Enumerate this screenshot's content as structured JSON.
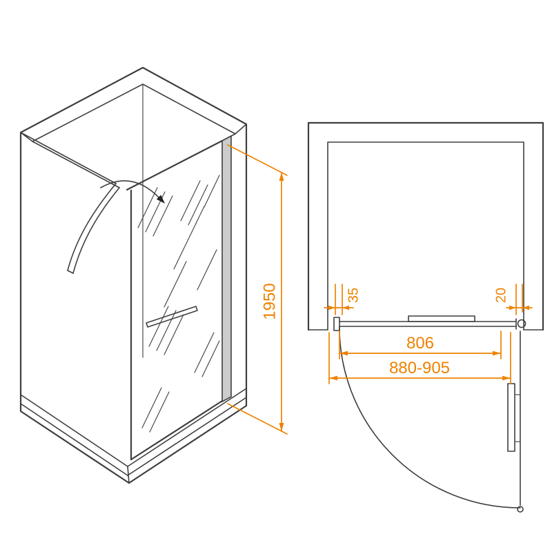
{
  "drawing": {
    "colors": {
      "dimension_accent": "#EF8200",
      "line": "#3E3E3E",
      "profile_gray": "#CCCCCC"
    },
    "side_view": {
      "door_height": "1950"
    },
    "plan_view": {
      "wall_profile_width": "35",
      "pivot_profile_width": "20",
      "glass_panel_width": "806",
      "overall_width_range": "880-905"
    }
  }
}
